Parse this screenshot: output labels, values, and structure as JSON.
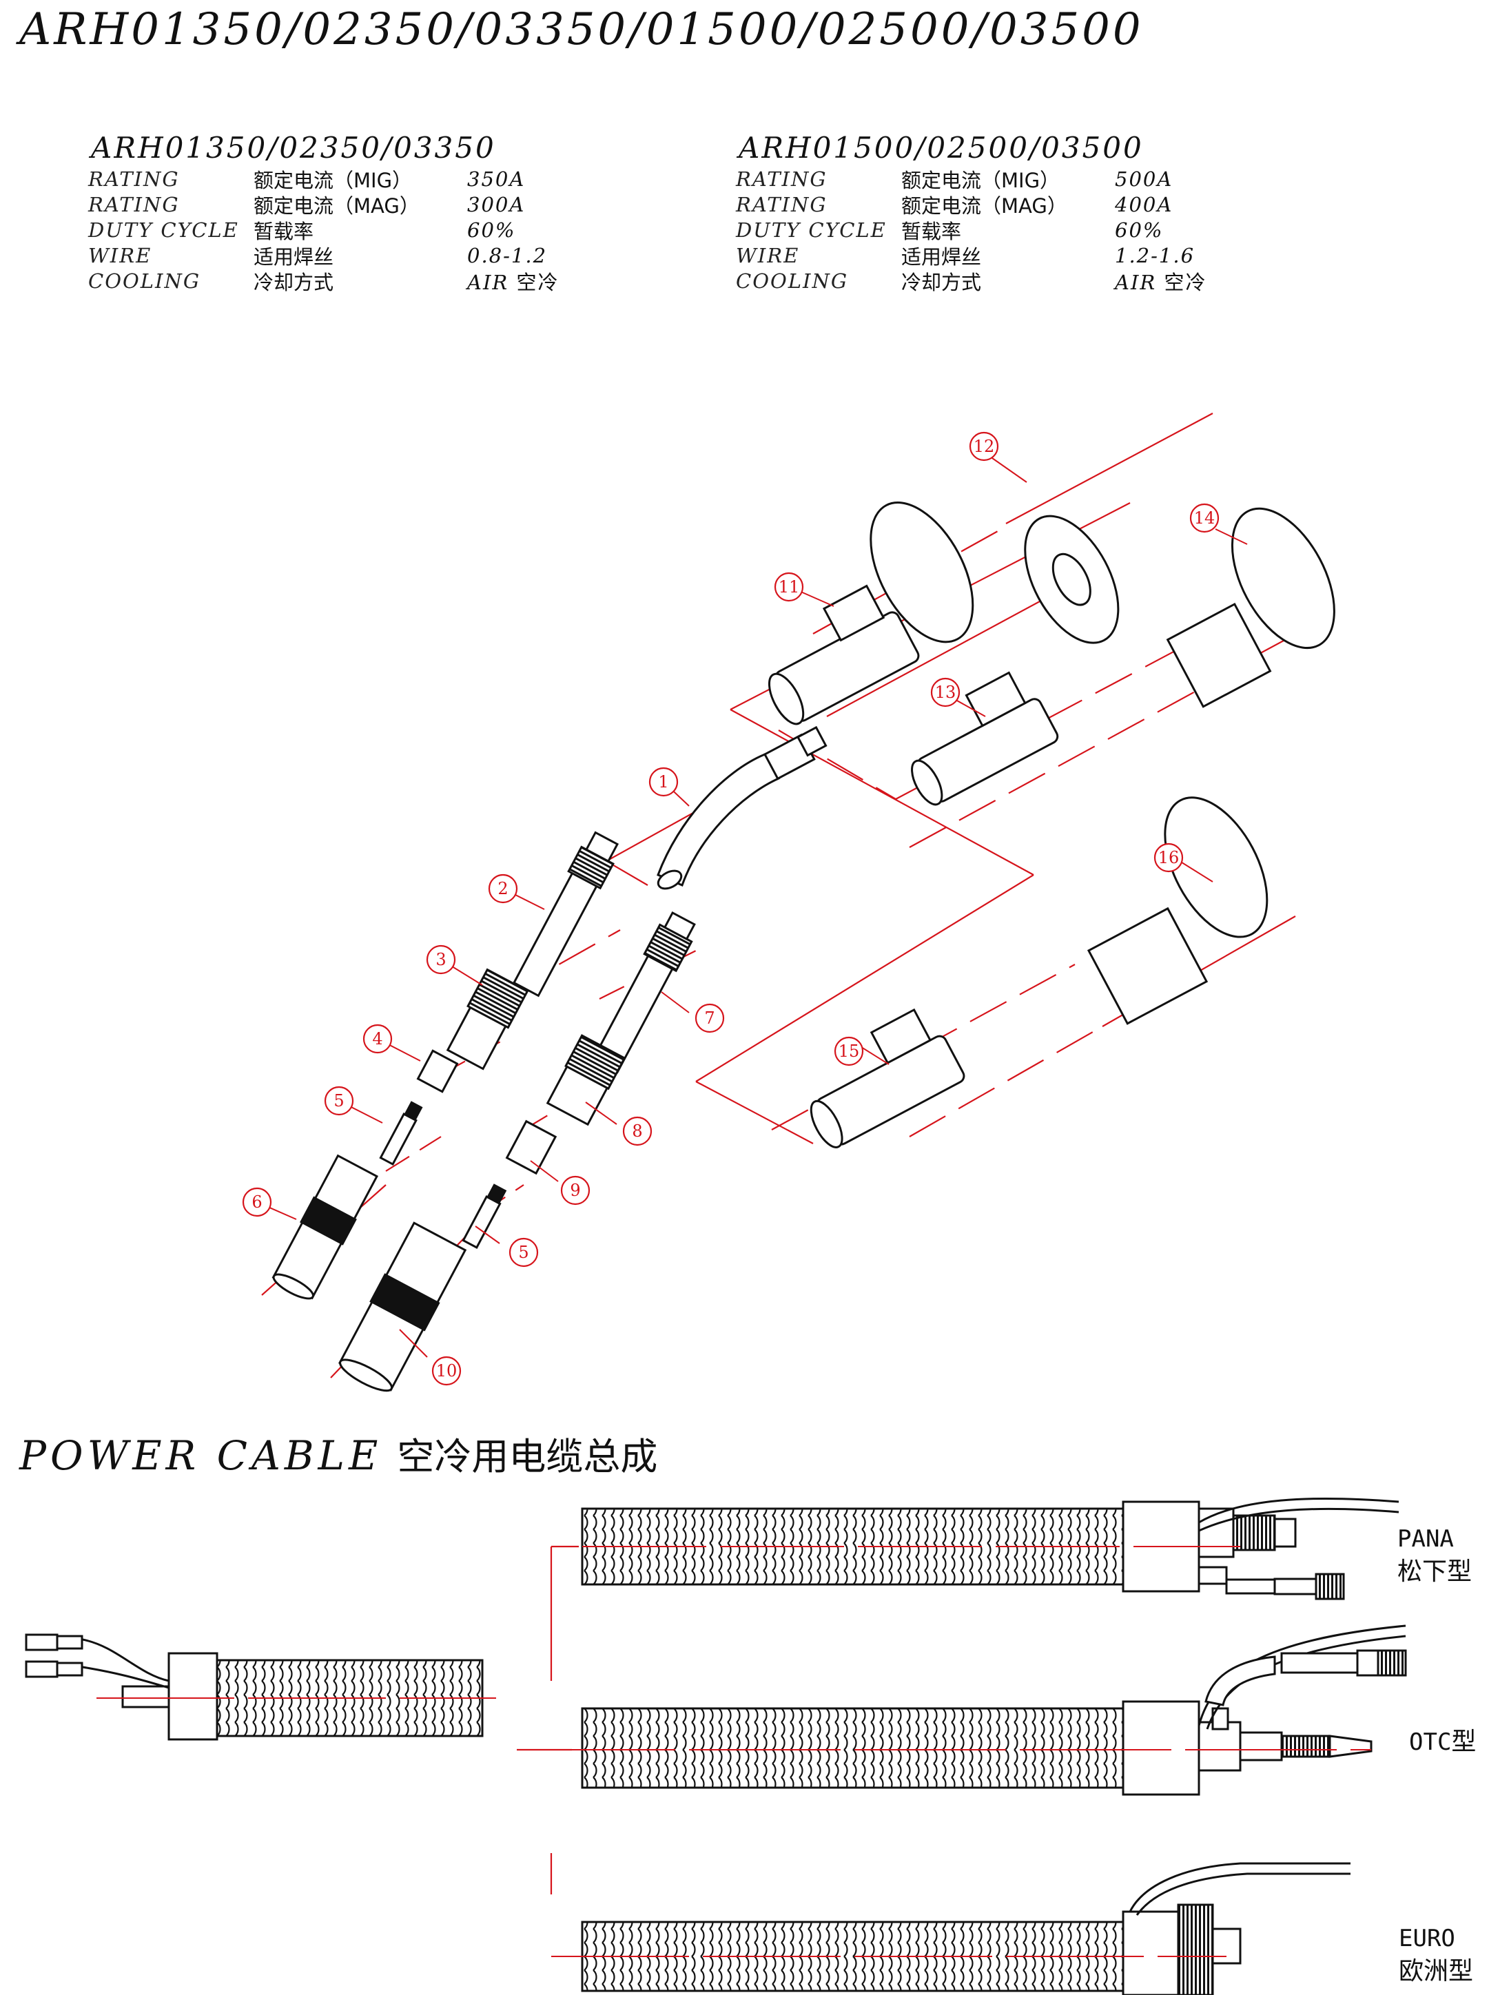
{
  "title": "ARH01350/02350/03350/01500/02500/03500",
  "spec_tables": [
    {
      "model": "ARH01350/02350/03350",
      "rows": [
        {
          "en": "RATING",
          "cn": "额定电流（MIG）",
          "value": "350A"
        },
        {
          "en": "RATING",
          "cn": "额定电流（MAG）",
          "value": "300A"
        },
        {
          "en": "DUTY CYCLE",
          "cn": "暂载率",
          "value": "60%"
        },
        {
          "en": "WIRE",
          "cn": "适用焊丝",
          "value": "0.8-1.2"
        },
        {
          "en": "COOLING",
          "cn": "冷却方式",
          "value": "AIR",
          "value_cn": "空冷"
        }
      ]
    },
    {
      "model": "ARH01500/02500/03500",
      "rows": [
        {
          "en": "RATING",
          "cn": "额定电流（MIG）",
          "value": "500A"
        },
        {
          "en": "RATING",
          "cn": "额定电流（MAG）",
          "value": "400A"
        },
        {
          "en": "DUTY CYCLE",
          "cn": "暂载率",
          "value": "60%"
        },
        {
          "en": "WIRE",
          "cn": "适用焊丝",
          "value": "1.2-1.6"
        },
        {
          "en": "COOLING",
          "cn": "冷却方式",
          "value": "AIR",
          "value_cn": "空冷"
        }
      ]
    }
  ],
  "part_numbers": [
    "1",
    "2",
    "3",
    "4",
    "5",
    "6",
    "7",
    "8",
    "9",
    "5",
    "10",
    "11",
    "12",
    "13",
    "14",
    "15",
    "16"
  ],
  "power_cable": {
    "title_en": "POWER CABLE",
    "title_cn": "空冷用电缆总成",
    "types": [
      {
        "en": "PANA",
        "cn": "松下型"
      },
      {
        "en": "OTC",
        "cn": "型"
      },
      {
        "en": "EURO",
        "cn": "欧洲型"
      }
    ]
  },
  "colors": {
    "ink": "#111111",
    "callout": "#d6141b"
  }
}
